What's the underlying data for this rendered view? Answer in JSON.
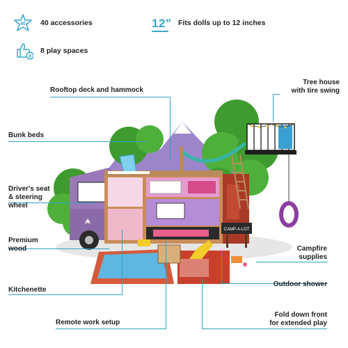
{
  "features": {
    "accessories_count": "40",
    "accessories": "40 accessories",
    "play_spaces_count": "8",
    "play_spaces": "8 play spaces",
    "doll_size": "12\"",
    "doll_fit": "Fits dolls up to 12 inches"
  },
  "callouts": {
    "rooftop": "Rooftop deck and hammock",
    "tree_house_1": "Tree house",
    "tree_house_2": "with tire swing",
    "bunk_beds": "Bunk beds",
    "drivers_seat_1": "Driver's seat",
    "drivers_seat_2": "& steering",
    "drivers_seat_3": "wheel",
    "premium_wood_1": "Premium",
    "premium_wood_2": "wood",
    "campfire_1": "Campfire",
    "campfire_2": "supplies",
    "outdoor_shower": "Outdoor shower",
    "kitchenette": "Kitchenette",
    "fold_down_1": "Fold down front",
    "fold_down_2": "for extended play",
    "remote_work": "Remote work setup"
  },
  "sign_text": "CAMP-A-LOT",
  "colors": {
    "accent": "#2ea3c4",
    "tree": "#3f9b2f",
    "van": "#8b6aa8",
    "pool": "#5fb6e0",
    "ground": "#c8402c"
  }
}
